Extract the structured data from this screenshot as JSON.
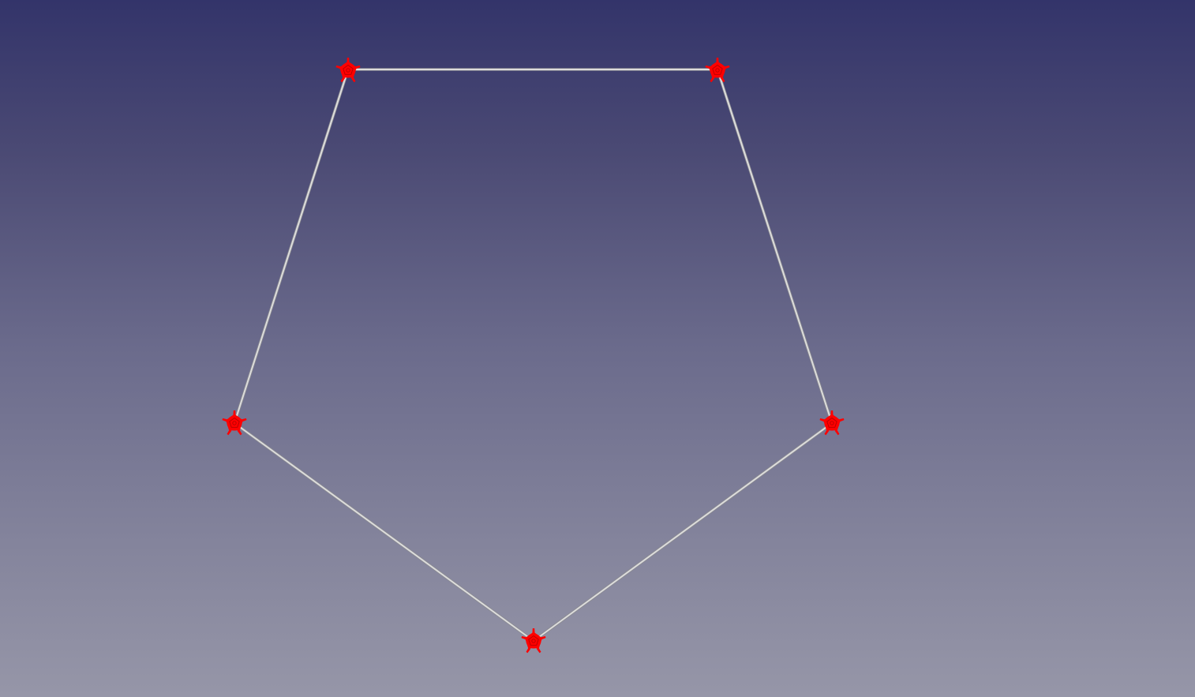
{
  "view": {
    "background_top": "#33346a",
    "background_bottom": "#9696a8",
    "edge_color": "#dcdcdc",
    "vertex_color": "#ff0000",
    "vertex_marker": "star-marker-icon"
  },
  "sketch": {
    "shape": "pentagon",
    "vertex_count": 5,
    "edge_count": 5
  }
}
